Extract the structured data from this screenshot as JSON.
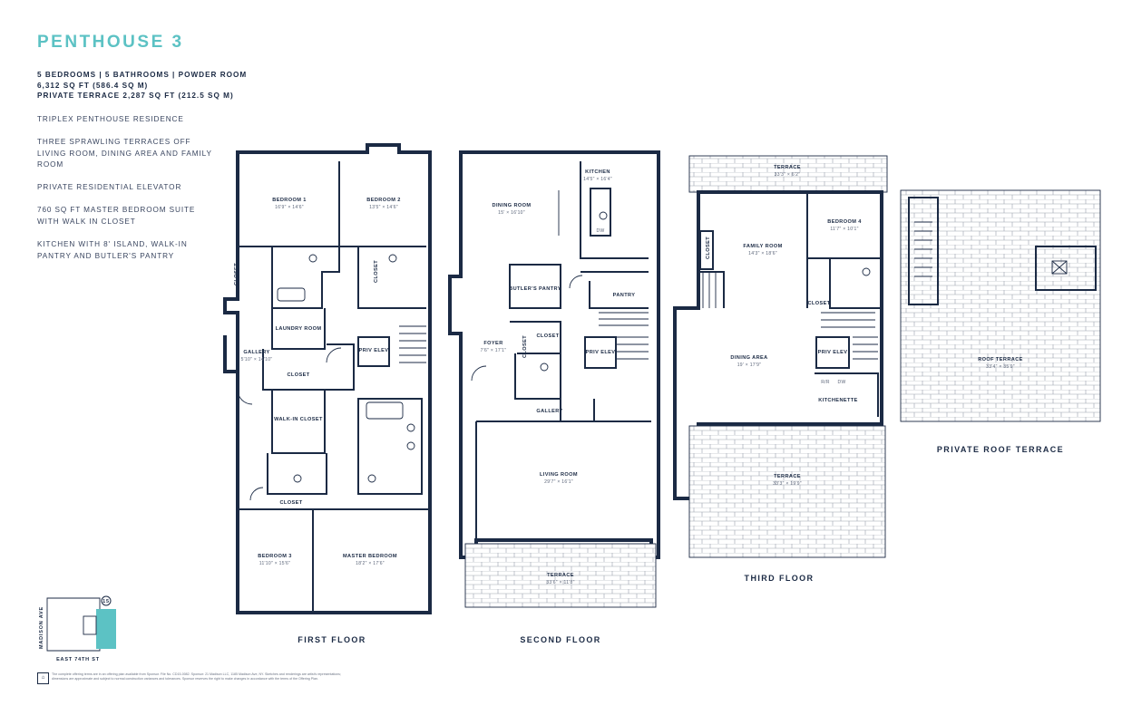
{
  "title": "PENTHOUSE 3",
  "summary": {
    "line1": "5 BEDROOMS | 5 BATHROOMS | POWDER ROOM",
    "line2": "6,312 SQ FT (586.4 SQ M)",
    "line3": "PRIVATE TERRACE 2,287 SQ FT (212.5 SQ M)"
  },
  "features": [
    "TRIPLEX PENTHOUSE RESIDENCE",
    "THREE SPRAWLING TERRACES OFF LIVING ROOM, DINING AREA AND FAMILY ROOM",
    "PRIVATE RESIDENTIAL ELEVATOR",
    "760 SQ FT MASTER BEDROOM SUITE WITH WALK IN CLOSET",
    "KITCHEN WITH 8' ISLAND, WALK-IN PANTRY AND BUTLER'S PANTRY"
  ],
  "floors": {
    "first": {
      "label": "FIRST FLOOR",
      "rooms": {
        "bedroom1": {
          "name": "BEDROOM 1",
          "dims": "16'9\" × 14'6\""
        },
        "bedroom2": {
          "name": "BEDROOM 2",
          "dims": "13'5\" × 14'6\""
        },
        "closet_a": "CLOSET",
        "closet_b": "CLOSET",
        "laundry": "LAUNDRY ROOM",
        "gallery": {
          "name": "GALLERY",
          "dims": "5'10\" × 14'10\""
        },
        "closet_c": "CLOSET",
        "priv_elev": "PRIV ELEV",
        "walkin": "WALK-IN CLOSET",
        "closet_d": "CLOSET",
        "bedroom3": {
          "name": "BEDROOM 3",
          "dims": "11'10\" × 15'6\""
        },
        "master": {
          "name": "MASTER BEDROOM",
          "dims": "18'2\" × 17'6\""
        }
      }
    },
    "second": {
      "label": "SECOND FLOOR",
      "rooms": {
        "dining": {
          "name": "DINING ROOM",
          "dims": "15' × 16'10\""
        },
        "kitchen": {
          "name": "KITCHEN",
          "dims": "14'5\" × 16'4\""
        },
        "dw": "DW",
        "butlers": "BUTLER'S PANTRY",
        "pantry": "PANTRY",
        "closet": "CLOSET",
        "closet_v": "CLOSET",
        "foyer": {
          "name": "FOYER",
          "dims": "7'6\" × 17'1\""
        },
        "priv_elev": "PRIV ELEV",
        "gallery": "GALLERY",
        "living": {
          "name": "LIVING ROOM",
          "dims": "29'7\" × 16'1\""
        },
        "terrace": {
          "name": "TERRACE",
          "dims": "33'6\" × 11'8\""
        }
      }
    },
    "third": {
      "label": "THIRD FLOOR",
      "rooms": {
        "terrace_top": {
          "name": "TERRACE",
          "dims": "33'3\" × 6'2\""
        },
        "family": {
          "name": "FAMILY ROOM",
          "dims": "14'3\" × 18'6\""
        },
        "bedroom4": {
          "name": "BEDROOM 4",
          "dims": "11'7\" × 10'1\""
        },
        "closet_v": "CLOSET",
        "closet_b": "CLOSET",
        "dining_area": {
          "name": "DINING AREA",
          "dims": "19' × 17'9\""
        },
        "priv_elev": "PRIV ELEV",
        "rr": "R/R",
        "dw": "DW",
        "kitchenette": "KITCHENETTE",
        "terrace_bottom": {
          "name": "TERRACE",
          "dims": "33'3\" × 19'9\""
        }
      }
    },
    "roof": {
      "label": "PRIVATE ROOF TERRACE",
      "rooms": {
        "roof_terrace": {
          "name": "ROOF TERRACE",
          "dims": "33'4\" × 35'9\""
        }
      }
    }
  },
  "keymap": {
    "street_v": "MADISON AVE",
    "street_h": "EAST 74TH ST",
    "marker": "15"
  },
  "disclaimer": "The complete offering terms are in an offering plan available from Sponsor. File No. CD15-0082. Sponsor: 21 Madison LLC, 1185 Madison Ave, NY. Sketches and renderings are artist's representations; dimensions are approximate and subject to normal construction variances and tolerances. Sponsor reserves the right to make changes in accordance with the terms of the Offering Plan.",
  "colors": {
    "accent": "#5cc2c4",
    "ink": "#1b2a44"
  }
}
